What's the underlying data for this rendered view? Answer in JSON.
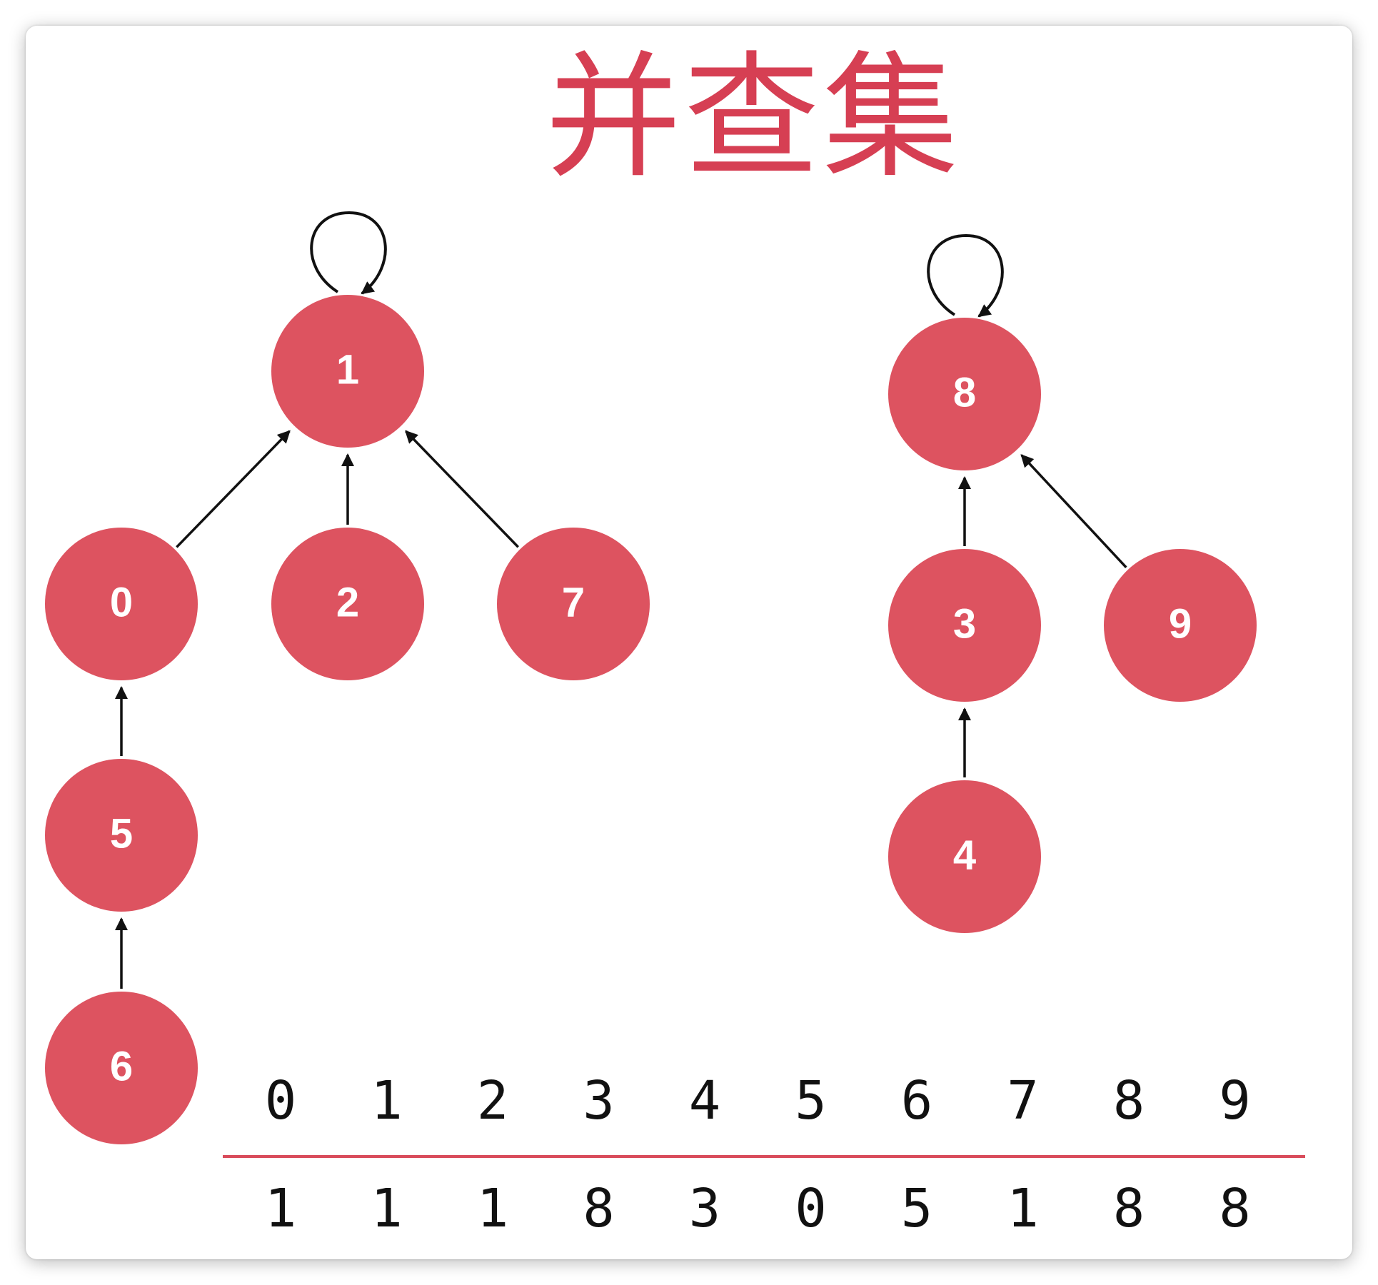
{
  "title": "并查集",
  "colors": {
    "node_fill": "#dd5360",
    "edge": "#111111",
    "title": "#d63f53",
    "divider": "#d94b5b"
  },
  "nodes": [
    {
      "id": "1",
      "label": "1",
      "self_loop": true
    },
    {
      "id": "0",
      "label": "0"
    },
    {
      "id": "2",
      "label": "2"
    },
    {
      "id": "7",
      "label": "7"
    },
    {
      "id": "5",
      "label": "5"
    },
    {
      "id": "6",
      "label": "6"
    },
    {
      "id": "8",
      "label": "8",
      "self_loop": true
    },
    {
      "id": "3",
      "label": "3"
    },
    {
      "id": "9",
      "label": "9"
    },
    {
      "id": "4",
      "label": "4"
    }
  ],
  "edges": [
    {
      "from": "0",
      "to": "1"
    },
    {
      "from": "2",
      "to": "1"
    },
    {
      "from": "7",
      "to": "1"
    },
    {
      "from": "5",
      "to": "0"
    },
    {
      "from": "6",
      "to": "5"
    },
    {
      "from": "3",
      "to": "8"
    },
    {
      "from": "9",
      "to": "8"
    },
    {
      "from": "4",
      "to": "3"
    }
  ],
  "parent_table": {
    "indices": [
      "0",
      "1",
      "2",
      "3",
      "4",
      "5",
      "6",
      "7",
      "8",
      "9"
    ],
    "parents": [
      "1",
      "1",
      "1",
      "8",
      "3",
      "0",
      "5",
      "1",
      "8",
      "8"
    ]
  }
}
